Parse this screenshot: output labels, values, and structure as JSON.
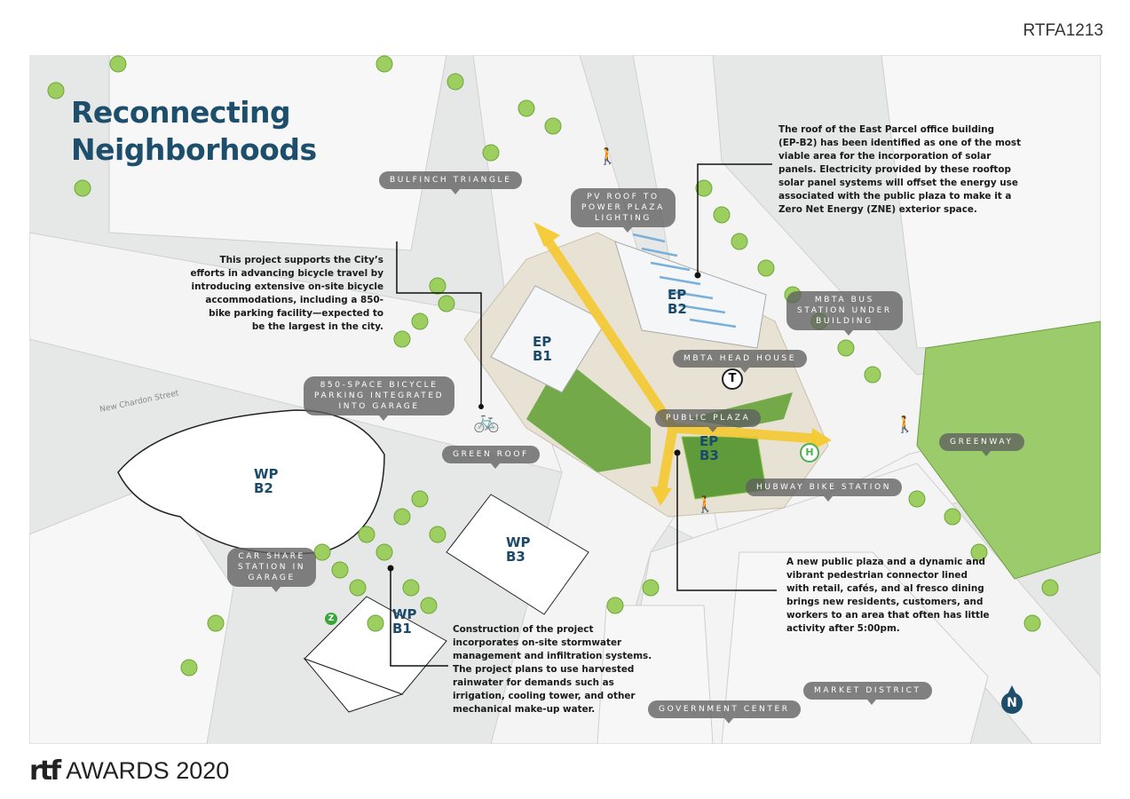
{
  "header": {
    "code": "RTFA1213"
  },
  "title": {
    "line1": "Reconnecting",
    "line2": "Neighborhoods"
  },
  "callouts": {
    "bulfinch": "BULFINCH TRIANGLE",
    "pv_roof": [
      "PV ROOF TO",
      "POWER PLAZA",
      "LIGHTING"
    ],
    "mbta_bus": [
      "MBTA BUS",
      "STATION UNDER",
      "BUILDING"
    ],
    "mbta_head": "MBTA HEAD HOUSE",
    "public_plaza": "PUBLIC PLAZA",
    "green_roof": "GREEN ROOF",
    "hubway": "HUBWAY BIKE STATION",
    "greenway": "GREENWAY",
    "bike_parking": [
      "850-SPACE BICYCLE",
      "PARKING INTEGRATED",
      "INTO GARAGE"
    ],
    "car_share": [
      "CAR SHARE",
      "STATION IN",
      "GARAGE"
    ],
    "market": "MARKET DISTRICT",
    "government": "GOVERNMENT CENTER"
  },
  "buildings": {
    "ep_b1": [
      "EP",
      "B1"
    ],
    "ep_b2": [
      "EP",
      "B2"
    ],
    "ep_b3": [
      "EP",
      "B3"
    ],
    "wp_b1": [
      "WP",
      "B1"
    ],
    "wp_b2": [
      "WP",
      "B2"
    ],
    "wp_b3": [
      "WP",
      "B3"
    ]
  },
  "street": "New Chardon Street",
  "notes": {
    "solar": [
      "The roof of the East Parcel office building",
      "(EP-B2) has been identified as one of the most",
      "viable area for the incorporation of solar",
      "panels. Electricity provided by these rooftop",
      "solar panel systems will offset the energy use",
      "associated with the public plaza to make it a",
      "Zero Net Energy (ZNE) exterior space."
    ],
    "bicycle": [
      "This project supports the City’s",
      "efforts in advancing bicycle travel by",
      "introducing extensive on-site bicycle",
      "accommodations, including a 850-",
      "bike parking facility—expected to",
      "be the largest in the city."
    ],
    "stormwater": [
      "Construction of the project",
      "incorporates on-site stormwater",
      "management and infiltration systems.",
      "The project plans to use harvested",
      "rainwater for demands such as",
      "irrigation, cooling tower, and other",
      "mechanical make-up water."
    ],
    "plaza": [
      "A new public plaza and a dynamic and",
      "vibrant pedestrian connector lined",
      "with retail, cafés, and al fresco dining",
      "brings new residents, customers, and",
      "workers to an area that often has little",
      "activity after 5:00pm."
    ]
  },
  "compass": "N",
  "icons": {
    "mbta": "T",
    "hubway": "H",
    "zipcar": "Z"
  },
  "footer": {
    "logo": "rtf",
    "awards": "AWARDS 2020"
  },
  "colors": {
    "title": "#1d4e6b",
    "arrow": "#f5c930",
    "pill": "#5f5f5f",
    "green": "#8cc152"
  }
}
